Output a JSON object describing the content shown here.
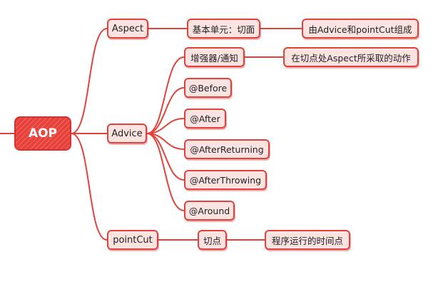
{
  "diagram": {
    "root": "AOP",
    "branches": {
      "aspect": {
        "label": "Aspect",
        "child": "基本单元：切面",
        "grandchild": "由Advice和pointCut组成"
      },
      "advice": {
        "label": "Advice",
        "children": [
          "增强器/通知",
          "@Before",
          "@After",
          "@AfterReturning",
          "@AfterThrowing",
          "@Around"
        ],
        "enhancer_detail": "在切点处Aspect所采取的动作"
      },
      "pointcut": {
        "label": "pointCut",
        "child": "切点",
        "grandchild": "程序运行的时间点"
      }
    },
    "colors": {
      "line": "#e0433c",
      "node_fill": "#fbe3e1",
      "root_fill": "#e8403a"
    }
  }
}
